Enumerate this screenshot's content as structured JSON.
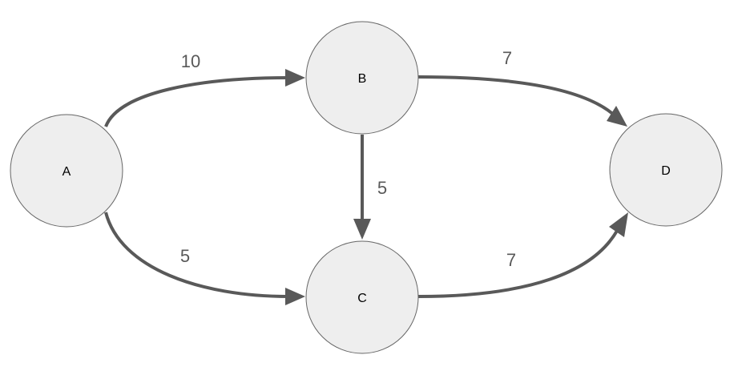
{
  "nodes": {
    "A": {
      "label": "A"
    },
    "B": {
      "label": "B"
    },
    "C": {
      "label": "C"
    },
    "D": {
      "label": "D"
    }
  },
  "edges": {
    "a_b": {
      "from": "A",
      "to": "B",
      "weight": "10"
    },
    "a_c": {
      "from": "A",
      "to": "C",
      "weight": "5"
    },
    "b_c": {
      "from": "B",
      "to": "C",
      "weight": "5"
    },
    "b_d": {
      "from": "B",
      "to": "D",
      "weight": "7"
    },
    "c_d": {
      "from": "C",
      "to": "D",
      "weight": "7"
    }
  },
  "colors": {
    "node_fill": "#eeeeee",
    "node_stroke": "#666666",
    "edge": "#595959"
  }
}
